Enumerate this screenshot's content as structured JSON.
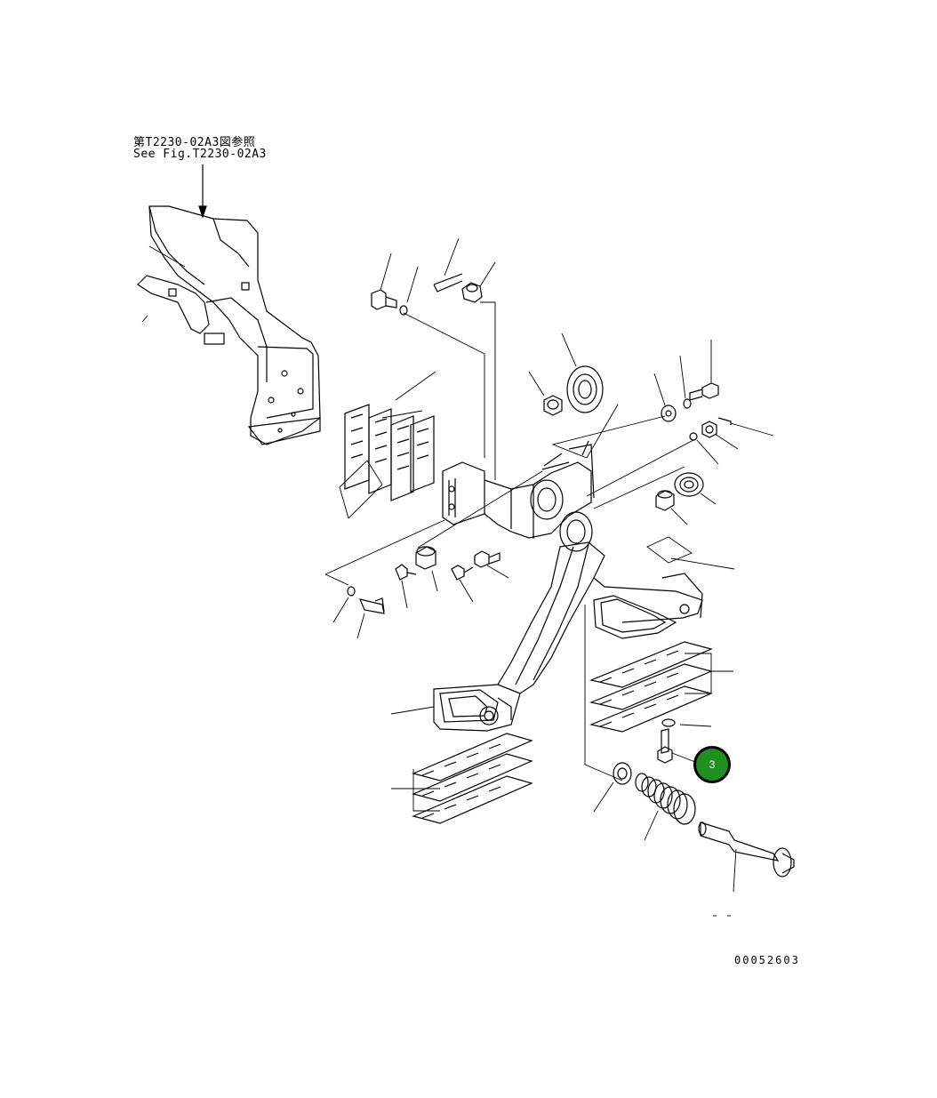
{
  "reference": {
    "jp": "第T2230-02A3図参照",
    "en": "See Fig.T2230-02A3"
  },
  "figure_number": "00052603",
  "callouts": [
    {
      "label": "3",
      "color": "#1f8f1f"
    }
  ]
}
